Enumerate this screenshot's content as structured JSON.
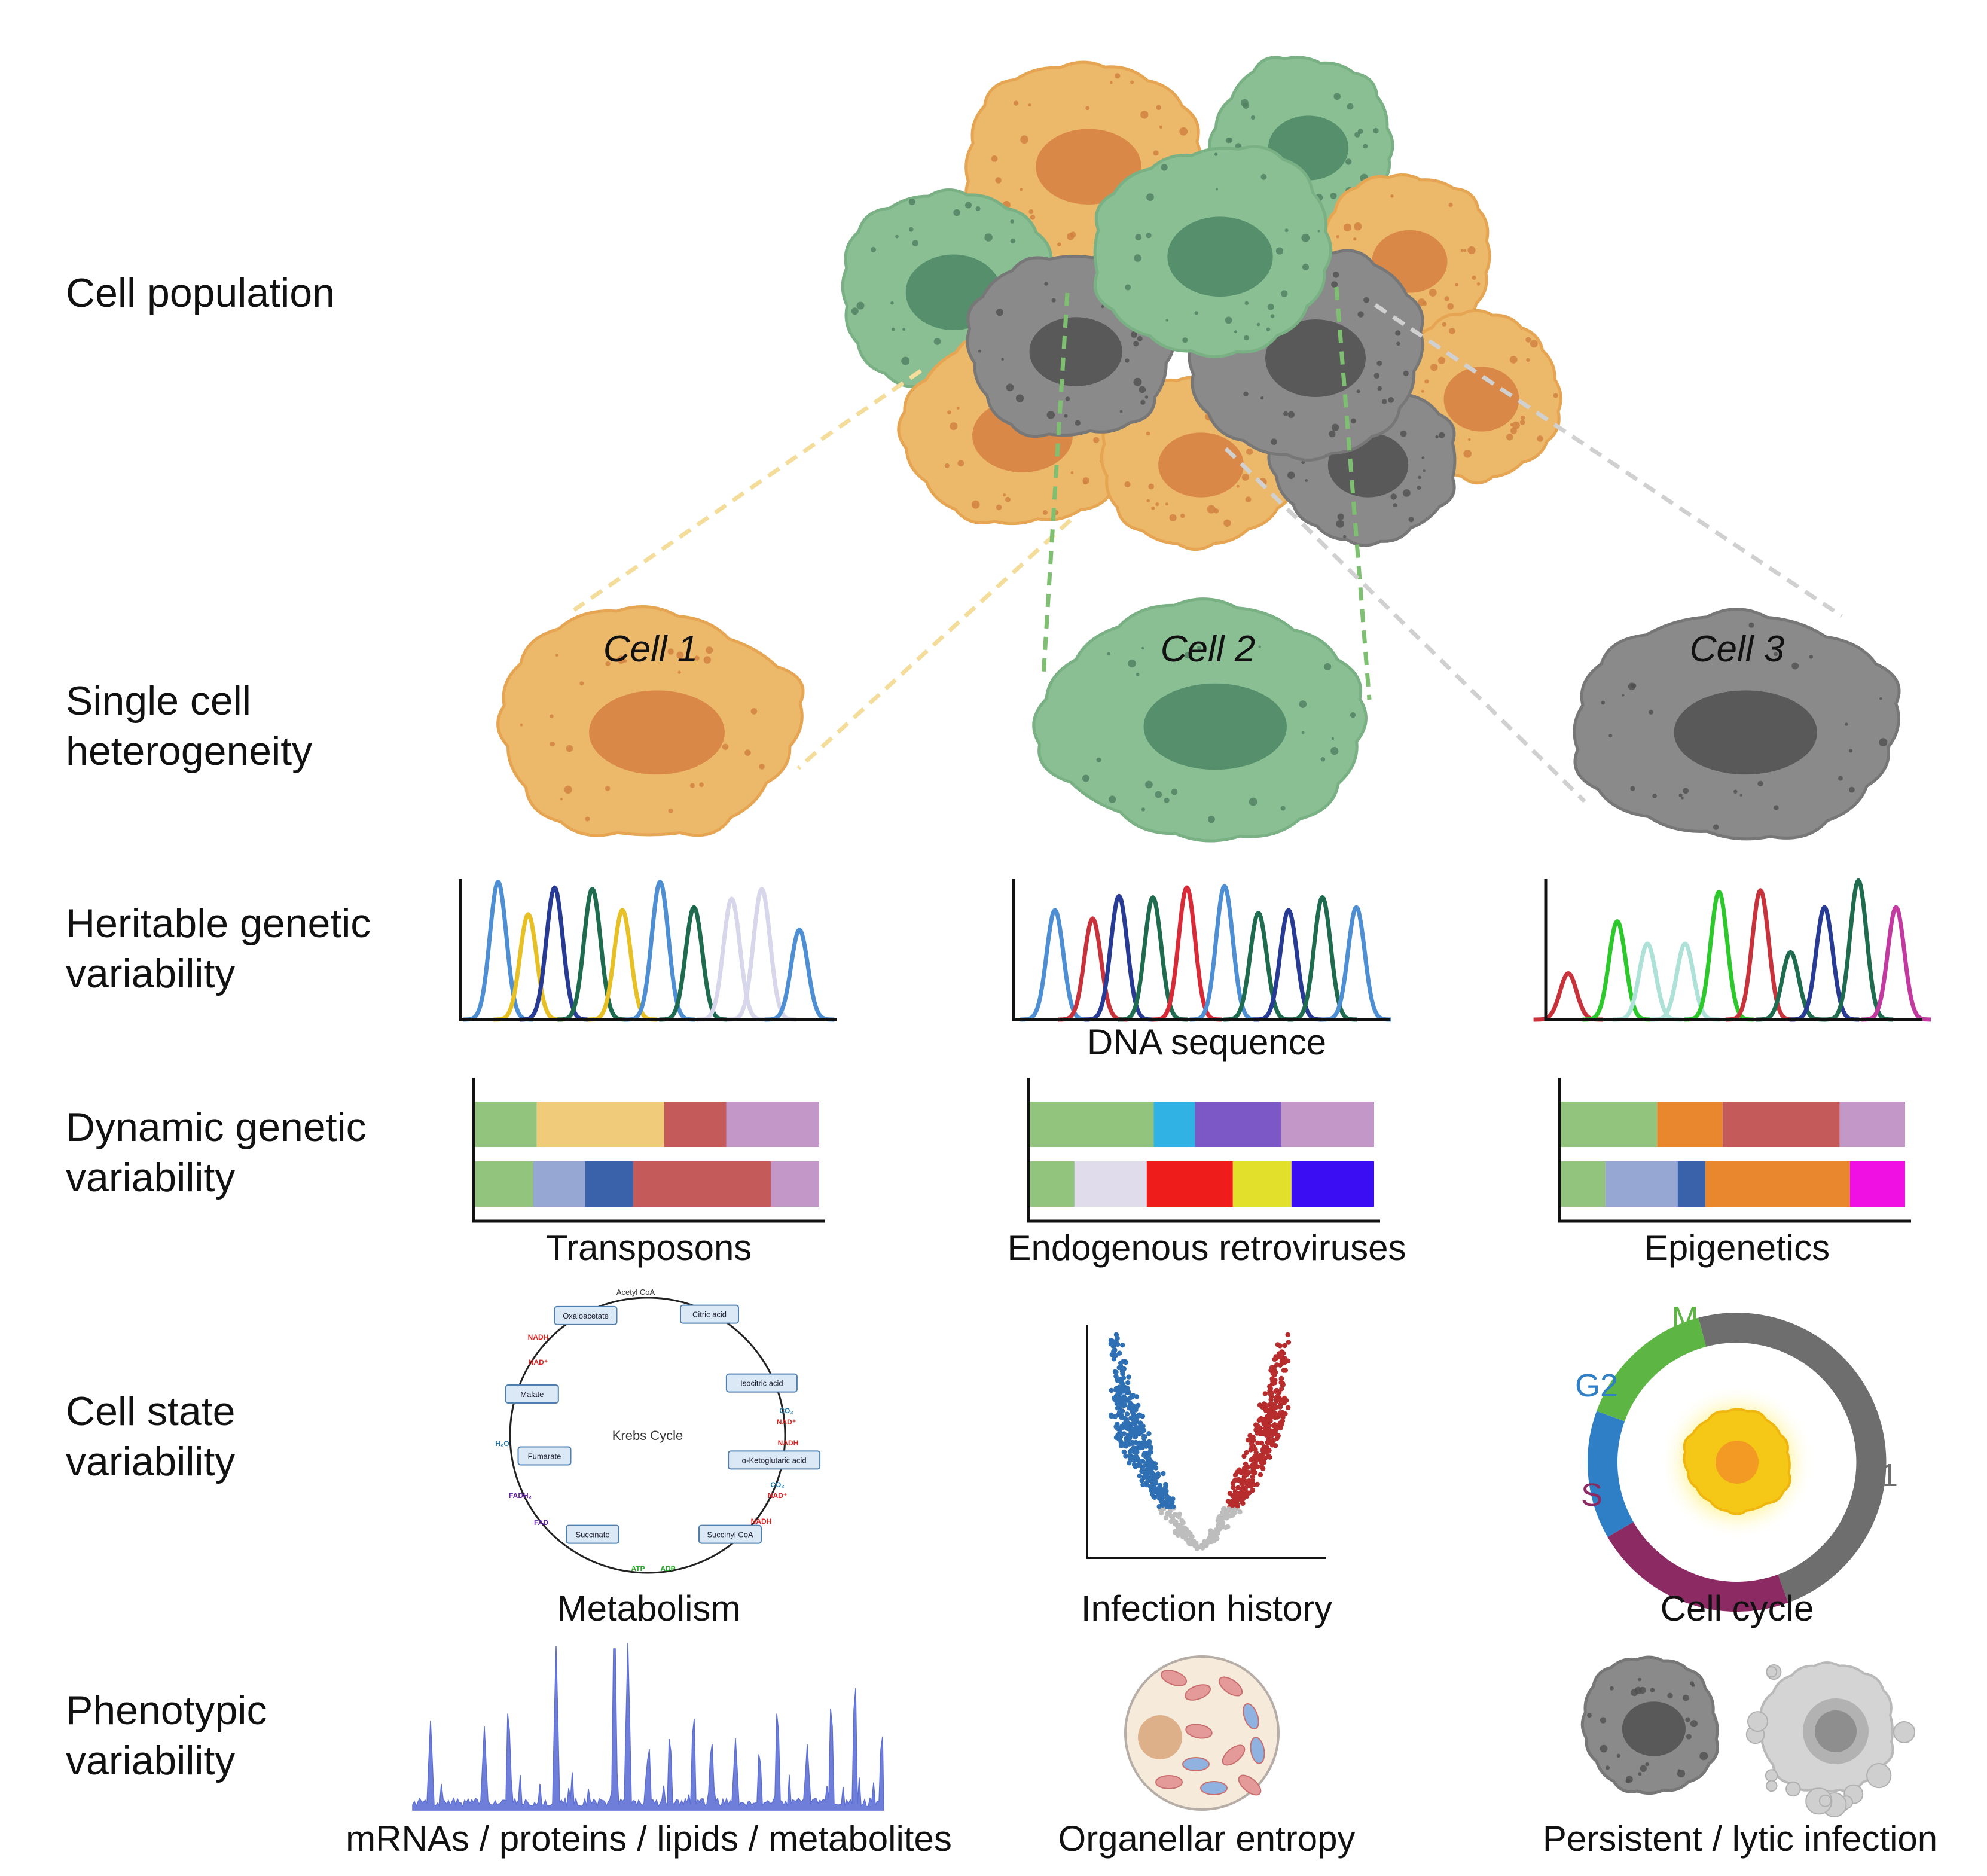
{
  "rows": {
    "cell_population": "Cell population",
    "single_cell": [
      "Single cell",
      "heterogeneity"
    ],
    "heritable": [
      "Heritable genetic",
      "variability"
    ],
    "dynamic": [
      "Dynamic genetic",
      "variability"
    ],
    "cell_state": [
      "Cell state",
      "variability"
    ],
    "phenotypic": [
      "Phenotypic",
      "variability"
    ]
  },
  "cells": [
    {
      "title": "Cell 1",
      "body": "#ecb86a",
      "border": "#e6a552",
      "nucleus": "#d98847",
      "dots": "#cf7f3e"
    },
    {
      "title": "Cell 2",
      "body": "#8abf94",
      "border": "#79b084",
      "nucleus": "#568f6c",
      "dots": "#4e8060"
    },
    {
      "title": "Cell 3",
      "body": "#8a8a8a",
      "border": "#777777",
      "nucleus": "#595959",
      "dots": "#4f4f4f"
    }
  ],
  "captions": {
    "dna": "DNA sequence",
    "transposons": "Transposons",
    "erv": "Endogenous retroviruses",
    "epigenetics": "Epigenetics",
    "metabolism": "Metabolism",
    "infection": "Infection history",
    "cell_cycle": "Cell cycle",
    "omics": "mRNAs / proteins / lipids / metabolites",
    "organellar": "Organellar entropy",
    "persistent": "Persistent / lytic infection"
  },
  "krebs": {
    "center": "Krebs Cycle",
    "input": "Acetyl CoA",
    "nodes": [
      "Oxaloacetate",
      "Citric acid",
      "Isocitric acid",
      "α-Ketoglutaric acid",
      "Succinyl CoA",
      "Succinate",
      "Fumarate",
      "Malate"
    ],
    "side": [
      "NADH",
      "NAD⁺",
      "CO₂",
      "NAD⁺",
      "NADH",
      "CO₂",
      "NAD⁺",
      "NADH",
      "ATP",
      "ADP",
      "FADH₂",
      "FAD",
      "H₂O"
    ]
  },
  "cell_cycle": {
    "phases": [
      {
        "label": "M",
        "color": "#5db544"
      },
      {
        "label": "G1",
        "color": "#6e6e6e"
      },
      {
        "label": "S",
        "color": "#8b2a63"
      },
      {
        "label": "G2",
        "color": "#2f7fc7"
      }
    ]
  },
  "bars": {
    "transposons": [
      [
        {
          "w": 0.18,
          "c": "#93c47d"
        },
        {
          "w": 0.37,
          "c": "#f0cc7a"
        },
        {
          "w": 0.18,
          "c": "#c55a5a"
        },
        {
          "w": 0.27,
          "c": "#c497c9"
        }
      ],
      [
        {
          "w": 0.17,
          "c": "#93c47d"
        },
        {
          "w": 0.15,
          "c": "#97a7d3"
        },
        {
          "w": 0.14,
          "c": "#3a62ab"
        },
        {
          "w": 0.4,
          "c": "#c55a5a"
        },
        {
          "w": 0.14,
          "c": "#c497c9"
        }
      ]
    ],
    "erv": [
      [
        {
          "w": 0.36,
          "c": "#93c47d"
        },
        {
          "w": 0.12,
          "c": "#31b2e4"
        },
        {
          "w": 0.25,
          "c": "#7b58c6"
        },
        {
          "w": 0.27,
          "c": "#c497c9"
        }
      ],
      [
        {
          "w": 0.13,
          "c": "#93c47d"
        },
        {
          "w": 0.21,
          "c": "#e0dcec"
        },
        {
          "w": 0.25,
          "c": "#ef1c1c"
        },
        {
          "w": 0.17,
          "c": "#e2e02a"
        },
        {
          "w": 0.24,
          "c": "#3b0df2"
        }
      ]
    ],
    "epigenetics": [
      [
        {
          "w": 0.28,
          "c": "#93c47d"
        },
        {
          "w": 0.19,
          "c": "#e8872d"
        },
        {
          "w": 0.34,
          "c": "#c55a5a"
        },
        {
          "w": 0.19,
          "c": "#c497c9"
        }
      ],
      [
        {
          "w": 0.13,
          "c": "#93c47d"
        },
        {
          "w": 0.21,
          "c": "#97a7d3"
        },
        {
          "w": 0.08,
          "c": "#3a62ab"
        },
        {
          "w": 0.42,
          "c": "#e8872d"
        },
        {
          "w": 0.16,
          "c": "#f010e4"
        }
      ]
    ]
  },
  "chromatograms": {
    "c1": [
      {
        "x": 0.1,
        "h": 0.98,
        "c": "#4e8fd4"
      },
      {
        "x": 0.18,
        "h": 0.75,
        "c": "#e6c025"
      },
      {
        "x": 0.25,
        "h": 0.94,
        "c": "#283b94"
      },
      {
        "x": 0.35,
        "h": 0.93,
        "c": "#1f6b4f"
      },
      {
        "x": 0.43,
        "h": 0.78,
        "c": "#e6c025"
      },
      {
        "x": 0.53,
        "h": 0.98,
        "c": "#4e8fd4"
      },
      {
        "x": 0.62,
        "h": 0.8,
        "c": "#1f6b4f"
      },
      {
        "x": 0.72,
        "h": 0.86,
        "c": "#d8d6ea"
      },
      {
        "x": 0.8,
        "h": 0.93,
        "c": "#d8d6ea"
      },
      {
        "x": 0.9,
        "h": 0.64,
        "c": "#4e8fd4"
      }
    ],
    "c2": [
      {
        "x": 0.11,
        "h": 0.78,
        "c": "#4e8fd4"
      },
      {
        "x": 0.21,
        "h": 0.72,
        "c": "#c8323b"
      },
      {
        "x": 0.28,
        "h": 0.88,
        "c": "#283b94"
      },
      {
        "x": 0.37,
        "h": 0.87,
        "c": "#1f6b4f"
      },
      {
        "x": 0.46,
        "h": 0.94,
        "c": "#d82a37"
      },
      {
        "x": 0.56,
        "h": 0.95,
        "c": "#4e8fd4"
      },
      {
        "x": 0.65,
        "h": 0.76,
        "c": "#1f6b4f"
      },
      {
        "x": 0.73,
        "h": 0.78,
        "c": "#283b94"
      },
      {
        "x": 0.82,
        "h": 0.87,
        "c": "#1f6b4f"
      },
      {
        "x": 0.91,
        "h": 0.8,
        "c": "#4e8fd4"
      }
    ],
    "c3": [
      {
        "x": 0.06,
        "h": 0.33,
        "c": "#c8323b"
      },
      {
        "x": 0.19,
        "h": 0.7,
        "c": "#2cc82c"
      },
      {
        "x": 0.27,
        "h": 0.54,
        "c": "#aee1d8"
      },
      {
        "x": 0.37,
        "h": 0.54,
        "c": "#aee1d8"
      },
      {
        "x": 0.46,
        "h": 0.91,
        "c": "#2cc82c"
      },
      {
        "x": 0.57,
        "h": 0.92,
        "c": "#c8323b"
      },
      {
        "x": 0.65,
        "h": 0.48,
        "c": "#1f6b4f"
      },
      {
        "x": 0.74,
        "h": 0.8,
        "c": "#283b94"
      },
      {
        "x": 0.83,
        "h": 0.99,
        "c": "#1f6b4f"
      },
      {
        "x": 0.93,
        "h": 0.8,
        "c": "#c23aa0"
      }
    ]
  }
}
